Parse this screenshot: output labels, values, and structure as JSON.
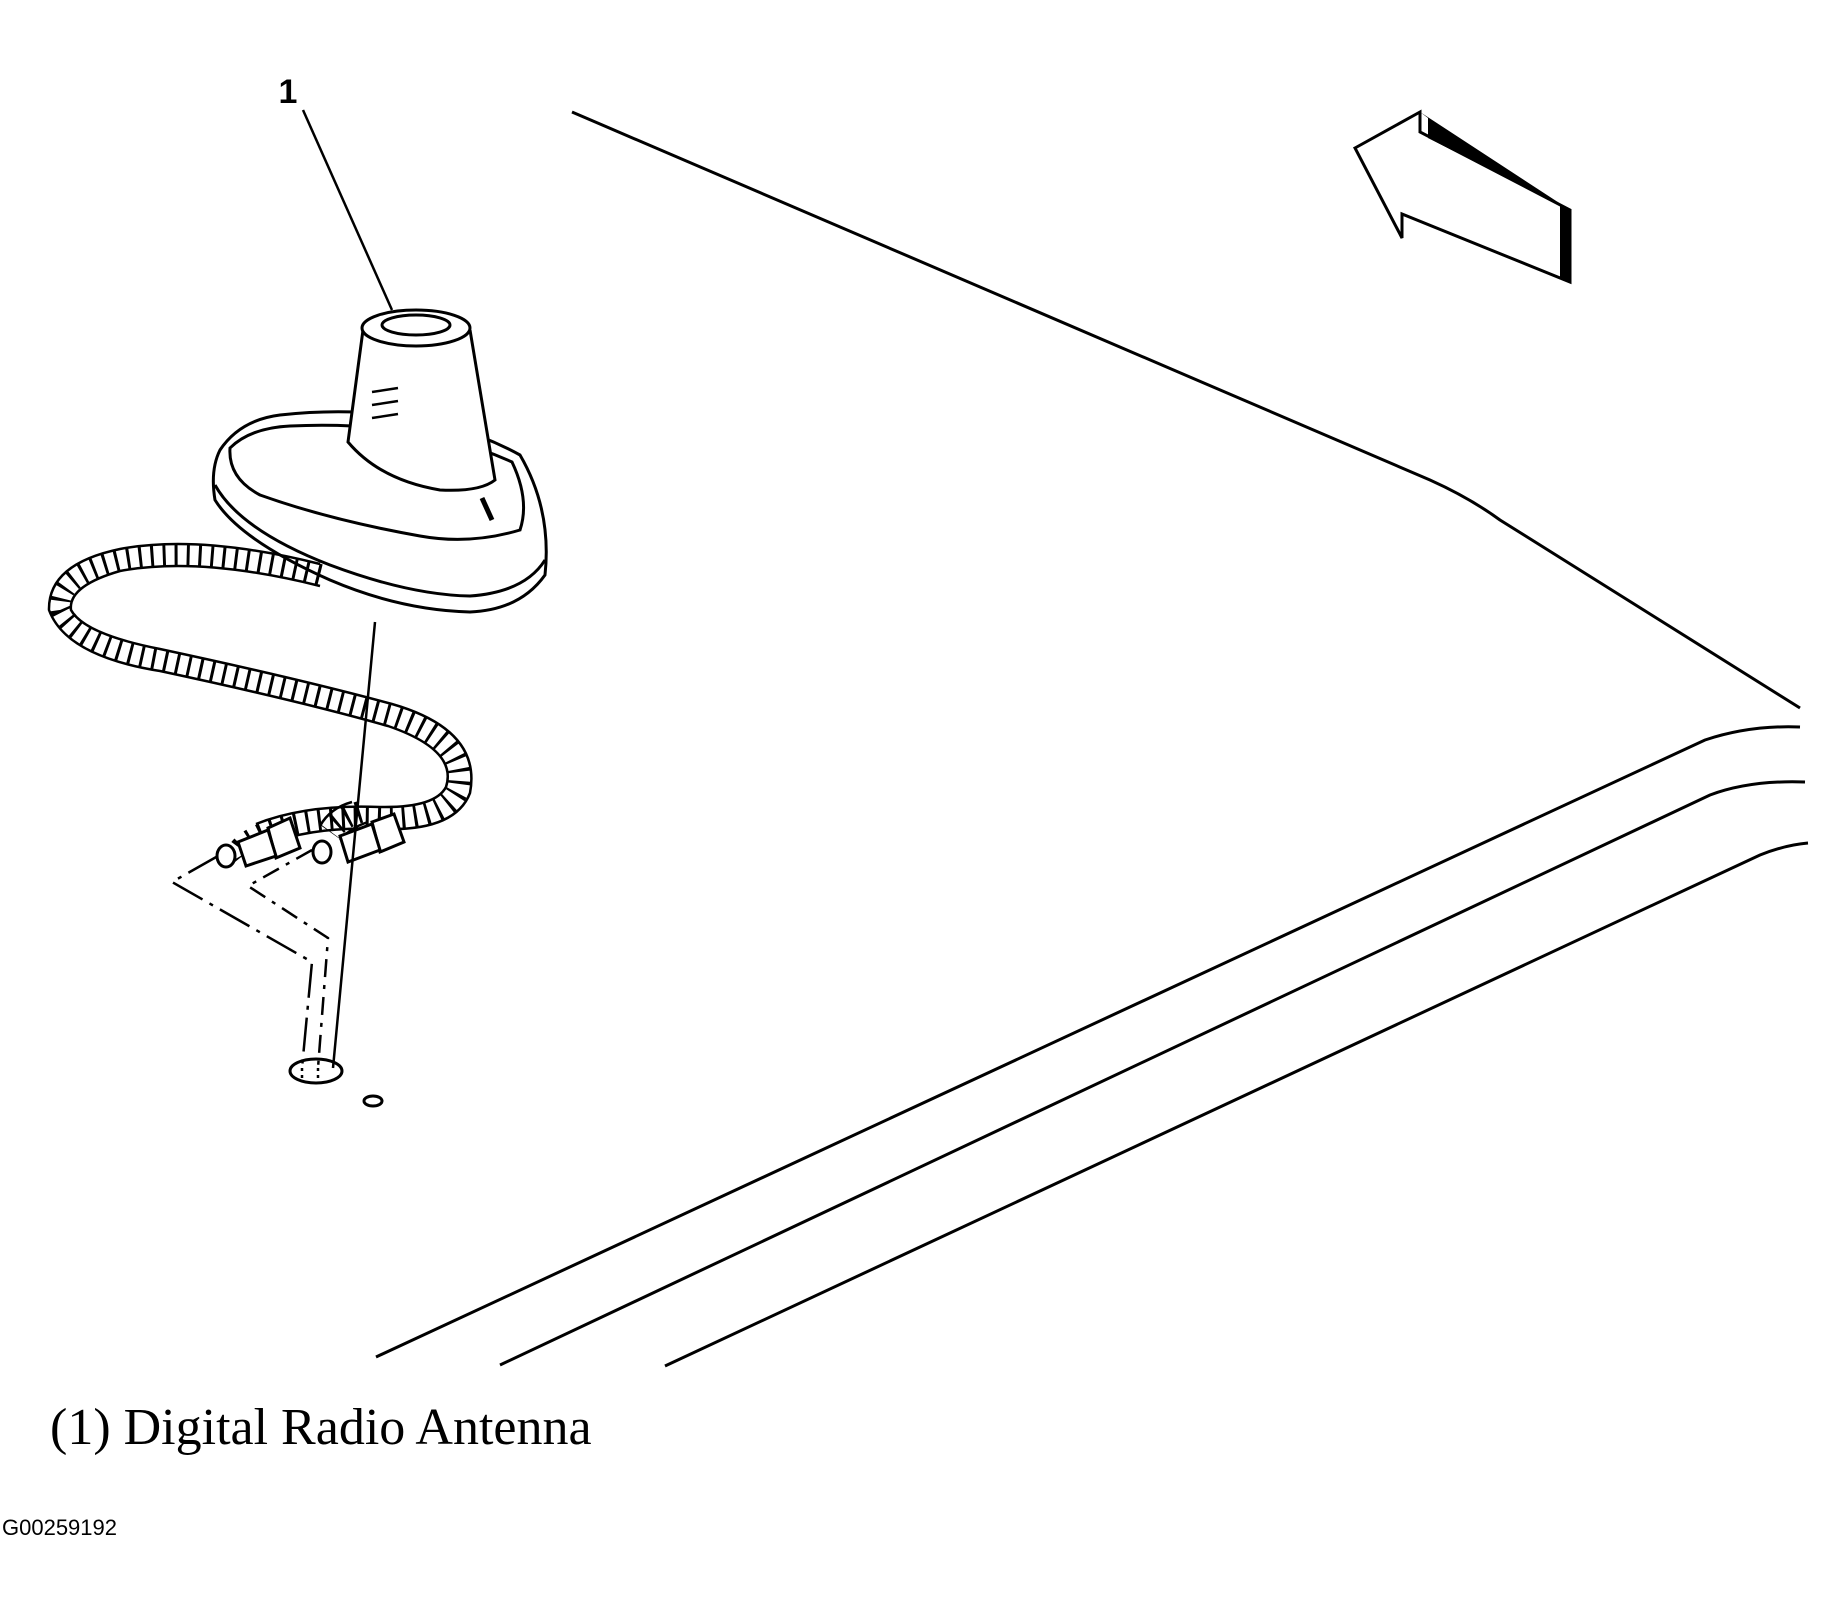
{
  "callouts": [
    {
      "number": "1",
      "label": "Digital Radio Antenna"
    }
  ],
  "legend": {
    "line1": "(1) Digital Radio Antenna"
  },
  "figure_id": "G00259192",
  "colors": {
    "line": "#000000",
    "background": "#ffffff"
  }
}
